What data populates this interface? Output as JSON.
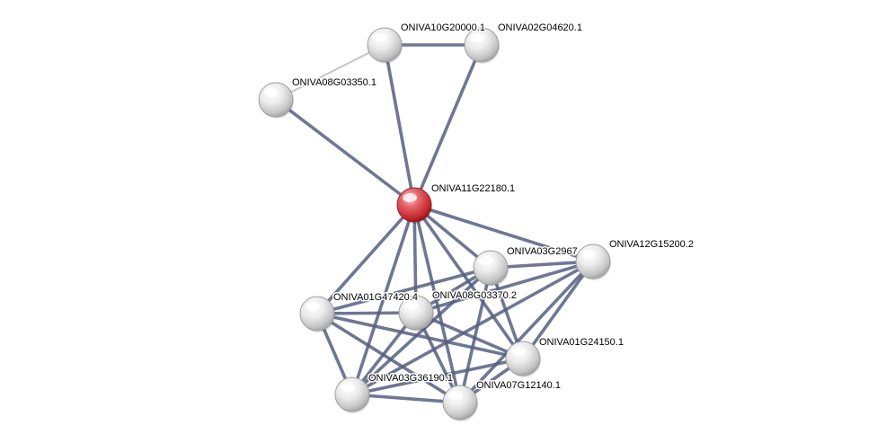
{
  "network": {
    "query_node": "ONIVA11G22180.1",
    "colors": {
      "query_node": "#c8252c",
      "partner_node": "#d8d8d8",
      "edge_strong": "#555f80",
      "edge_weak": "#c9c9d0"
    },
    "nodes": [
      {
        "id": "n0",
        "label": "ONIVA11G22180.1",
        "query": true
      },
      {
        "id": "n1",
        "label": "ONIVA10G20000.1"
      },
      {
        "id": "n2",
        "label": "ONIVA02G04620.1"
      },
      {
        "id": "n3",
        "label": "ONIVA08G03350.1"
      },
      {
        "id": "n4",
        "label": "ONIVA03G2967"
      },
      {
        "id": "n5",
        "label": "ONIVA12G15200.2"
      },
      {
        "id": "n6",
        "label": "ONIVA01G47420.4"
      },
      {
        "id": "n7",
        "label": "ONIVA08G03370.2"
      },
      {
        "id": "n8",
        "label": "ONIVA01G24150.1"
      },
      {
        "id": "n9",
        "label": "ONIVA03G36190.1"
      },
      {
        "id": "n10",
        "label": "ONIVA07G12140.1"
      }
    ],
    "edges": [
      {
        "from": "n1",
        "to": "n2",
        "strength": "strong"
      },
      {
        "from": "n1",
        "to": "n3",
        "strength": "weak"
      },
      {
        "from": "n0",
        "to": "n1",
        "strength": "strong"
      },
      {
        "from": "n0",
        "to": "n2",
        "strength": "strong"
      },
      {
        "from": "n0",
        "to": "n3",
        "strength": "strong"
      },
      {
        "from": "n0",
        "to": "n4",
        "strength": "strong"
      },
      {
        "from": "n0",
        "to": "n5",
        "strength": "strong"
      },
      {
        "from": "n0",
        "to": "n6",
        "strength": "strong"
      },
      {
        "from": "n0",
        "to": "n7",
        "strength": "strong"
      },
      {
        "from": "n0",
        "to": "n8",
        "strength": "strong"
      },
      {
        "from": "n0",
        "to": "n9",
        "strength": "strong"
      },
      {
        "from": "n0",
        "to": "n10",
        "strength": "strong"
      },
      {
        "from": "n4",
        "to": "n5",
        "strength": "strong"
      },
      {
        "from": "n4",
        "to": "n6",
        "strength": "strong"
      },
      {
        "from": "n4",
        "to": "n7",
        "strength": "strong"
      },
      {
        "from": "n4",
        "to": "n8",
        "strength": "strong"
      },
      {
        "from": "n4",
        "to": "n9",
        "strength": "strong"
      },
      {
        "from": "n4",
        "to": "n10",
        "strength": "strong"
      },
      {
        "from": "n5",
        "to": "n7",
        "strength": "strong"
      },
      {
        "from": "n5",
        "to": "n8",
        "strength": "strong"
      },
      {
        "from": "n5",
        "to": "n9",
        "strength": "strong"
      },
      {
        "from": "n5",
        "to": "n10",
        "strength": "strong"
      },
      {
        "from": "n6",
        "to": "n7",
        "strength": "strong"
      },
      {
        "from": "n6",
        "to": "n8",
        "strength": "strong"
      },
      {
        "from": "n6",
        "to": "n9",
        "strength": "strong"
      },
      {
        "from": "n6",
        "to": "n10",
        "strength": "strong"
      },
      {
        "from": "n7",
        "to": "n8",
        "strength": "strong"
      },
      {
        "from": "n7",
        "to": "n9",
        "strength": "strong"
      },
      {
        "from": "n7",
        "to": "n10",
        "strength": "strong"
      },
      {
        "from": "n8",
        "to": "n9",
        "strength": "strong"
      },
      {
        "from": "n8",
        "to": "n10",
        "strength": "strong"
      },
      {
        "from": "n9",
        "to": "n10",
        "strength": "strong"
      }
    ]
  }
}
